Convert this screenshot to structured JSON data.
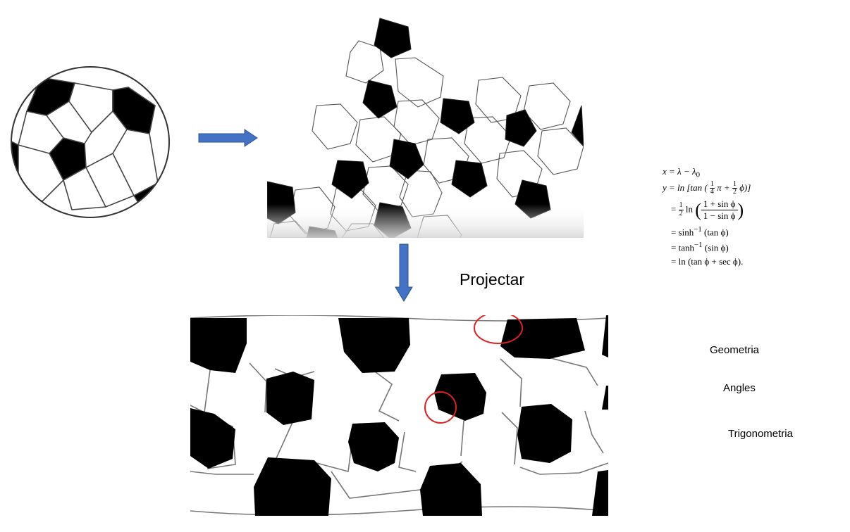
{
  "labels": {
    "project": "Projectar",
    "geometry": "Geometria",
    "angles": "Angles",
    "trigonometry": "Trigonometria"
  },
  "formulas": {
    "x_line": "x = λ − λ",
    "x_sub": "0",
    "y_prefix": "y = ln [tan (",
    "quarter_num": "1",
    "quarter_den": "4",
    "pi_plus": "π +",
    "half_num": "1",
    "half_den": "2",
    "phi_close": "ϕ)]",
    "eq_half": "=",
    "ln_label": "ln",
    "frac_num": "1 + sin ϕ",
    "frac_den": "1 − sin ϕ",
    "sinh_line": "= sinh",
    "sinh_rest": "(tan ϕ)",
    "tanh_line": "= tanh",
    "tanh_rest": "(sin ϕ)",
    "inverse_exp": "−1",
    "sec_line": "= ln (tan ϕ + sec ϕ)."
  },
  "colors": {
    "arrow": "#4472C4",
    "arrow_border": "#2F528F",
    "highlight_circle": "#E02020",
    "patch_dark": "#000000",
    "patch_light": "#FFFFFF"
  }
}
